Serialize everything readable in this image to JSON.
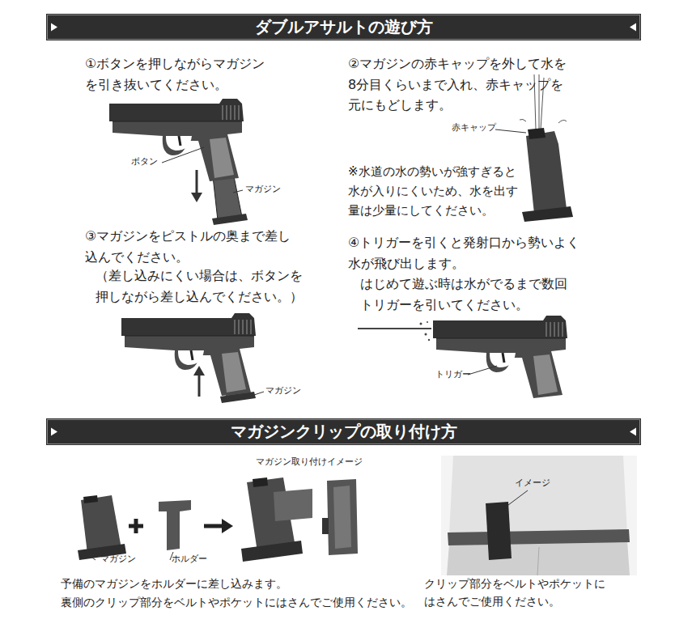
{
  "diagram": {
    "nodes": [
      {
        "text": [
          "ダブルアサルトの遊び方"
        ]
      },
      {
        "text": [
          "マガジンクリップの取り付け方"
        ]
      }
    ],
    "labels": [
      "①ボタンを押しながらマガジンを引き抜いてください。",
      "②マガジンの赤キャップを外して水を8分目くらいまで入れ、赤キャップを元にもどします。",
      "ボタン",
      "赤キャップ",
      "マガジン",
      "※水道の水の勢いが強すぎると水が入りにくいため、水を出す量は少量にしてください。",
      "③マガジンをピストルの奥まで差し込んでください。",
      "④トリガーを引くと発射口から勢いよく水が飛び出します。",
      "はじめて遊ぶ時は水がでるまで数回トリガーを引いてください。",
      "（差し込みにくい場合は、ボタンを押しながら差し込んでください。）",
      "マガジン",
      "トリガー",
      "マガジン取り付けイメージ",
      "イメージ",
      "マガジン",
      "ホルダー",
      "予備のマガジンをホルダーに差し込みます。",
      "裏側のクリップ部分をベルトやポケットにはさんでご使用ください。",
      "クリップ部分をベルトやポケットにはさんでご使用ください。"
    ]
  }
}
